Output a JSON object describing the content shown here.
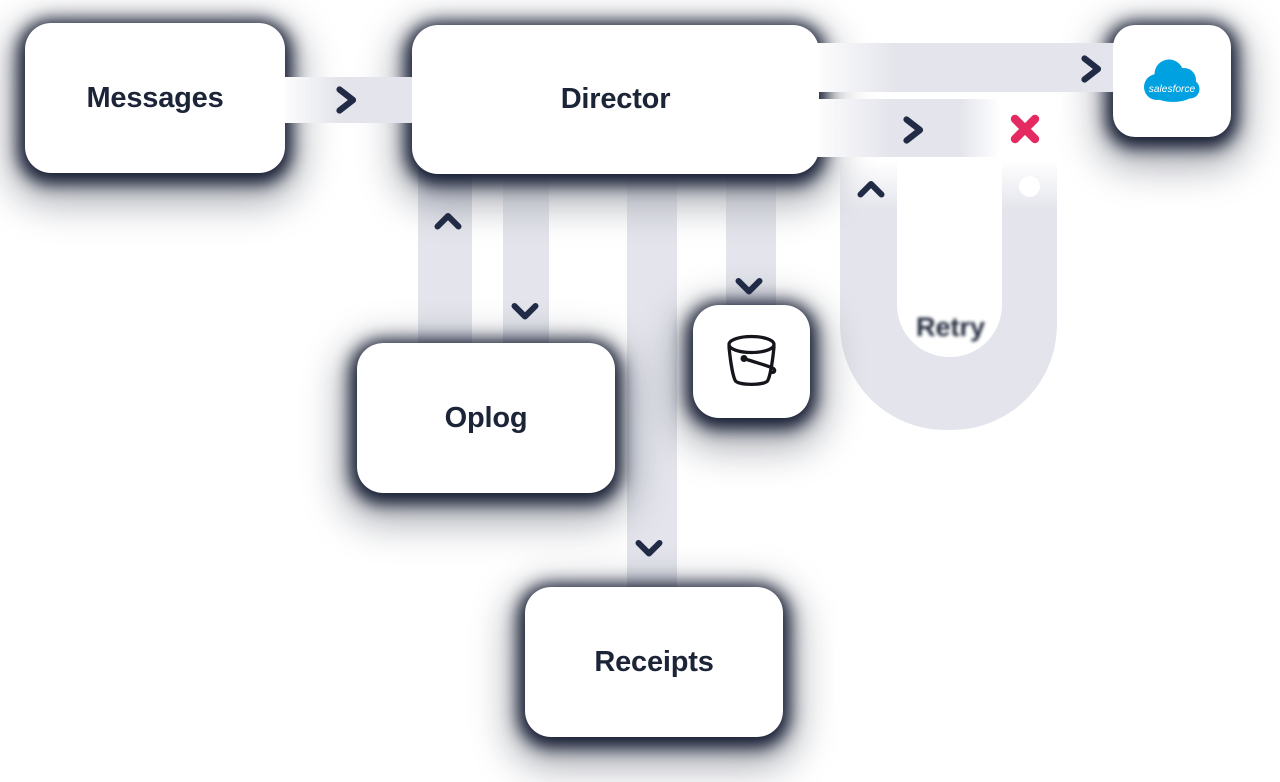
{
  "colors": {
    "background": "#ffffff",
    "band": "#e4e5ec",
    "ink": "#1c2438",
    "glow": "#0f162c",
    "error": "#e42a60",
    "salesforce_blue": "#00a1e0",
    "dot": "#ffffff"
  },
  "nodes": {
    "messages": {
      "label": "Messages"
    },
    "director": {
      "label": "Director"
    },
    "salesforce": {
      "label": "salesforce",
      "icon": "salesforce-cloud-icon"
    },
    "oplog": {
      "label": "Oplog"
    },
    "bucket": {
      "icon": "bucket-icon"
    },
    "receipts": {
      "label": "Receipts"
    }
  },
  "annotations": {
    "retry_label": "Retry",
    "failure_icon": "x-mark-icon",
    "in_flight_marker": "white-dot"
  },
  "edges": [
    {
      "from": "messages",
      "to": "director",
      "arrow": "right"
    },
    {
      "from": "director",
      "to": "salesforce",
      "arrow": "right"
    },
    {
      "from": "director",
      "to": "failure-x",
      "arrow": "right"
    },
    {
      "from": "oplog",
      "to": "director",
      "arrow": "up"
    },
    {
      "from": "director",
      "to": "oplog",
      "arrow": "down"
    },
    {
      "from": "director",
      "to": "bucket",
      "arrow": "down"
    },
    {
      "from": "director",
      "to": "receipts",
      "arrow": "down"
    },
    {
      "from": "failure-x",
      "to": "director",
      "via": "retry-loop",
      "arrow": "up",
      "label": "Retry"
    }
  ]
}
